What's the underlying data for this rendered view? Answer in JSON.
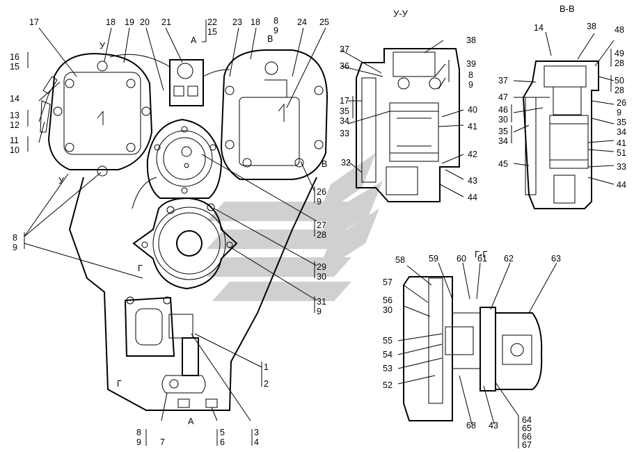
{
  "section_titles": {
    "yy": "У-У",
    "vv": "В-В",
    "gg": "Г-Г"
  },
  "view_markers": [
    "У",
    "A",
    "В",
    "В",
    "У",
    "Г",
    "Г",
    "A"
  ],
  "callouts_main": [
    "17",
    "18",
    "19",
    "20",
    "21",
    "22",
    "15",
    "23",
    "18",
    "8",
    "9",
    "24",
    "25",
    "16",
    "15",
    "14",
    "13",
    "12",
    "11",
    "10",
    "8",
    "9",
    "26",
    "9",
    "27",
    "28",
    "29",
    "30",
    "31",
    "9",
    "1",
    "2",
    "3",
    "4",
    "8",
    "9",
    "7",
    "5",
    "6"
  ],
  "callouts_yy": [
    "38",
    "37",
    "36",
    "39",
    "8",
    "9",
    "17",
    "35",
    "34",
    "33",
    "40",
    "41",
    "42",
    "32",
    "43",
    "44"
  ],
  "callouts_vv": [
    "14",
    "38",
    "48",
    "49",
    "28",
    "37",
    "47",
    "50",
    "28",
    "46",
    "30",
    "26",
    "9",
    "35",
    "34",
    "35",
    "34",
    "41",
    "51",
    "45",
    "33",
    "44"
  ],
  "callouts_gg": [
    "58",
    "59",
    "60",
    "61",
    "62",
    "63",
    "57",
    "56",
    "30",
    "55",
    "54",
    "53",
    "52",
    "68",
    "43",
    "64",
    "65",
    "66",
    "67"
  ],
  "colors": {
    "ink": "#000000",
    "watermark": "#c8c8c8"
  }
}
